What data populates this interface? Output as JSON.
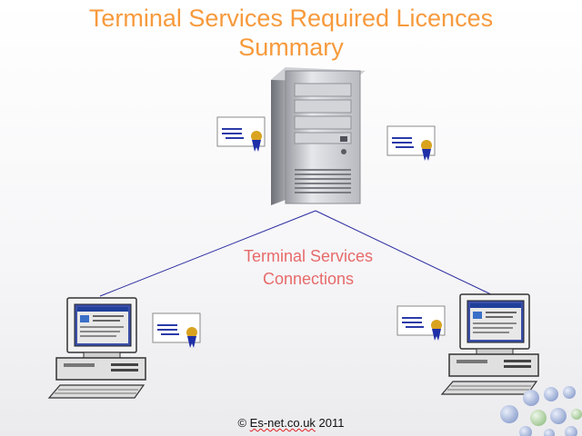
{
  "title": "Terminal Services Required Licences\nSummary",
  "connections_label": "Terminal Services\nConnections",
  "footer": {
    "prefix": "© ",
    "site": "Es-net.co.uk",
    "suffix": " 2011"
  },
  "colors": {
    "title": "#f79a3c",
    "connections_label": "#e76a6a",
    "connection_line": "#2a2aa0",
    "certificate_seal": "#d9a320",
    "certificate_ribbon": "#1f2fa8"
  },
  "icons": {
    "server": "server-tower-icon",
    "client": "desktop-computer-icon",
    "licence": "licence-certificate-icon"
  }
}
